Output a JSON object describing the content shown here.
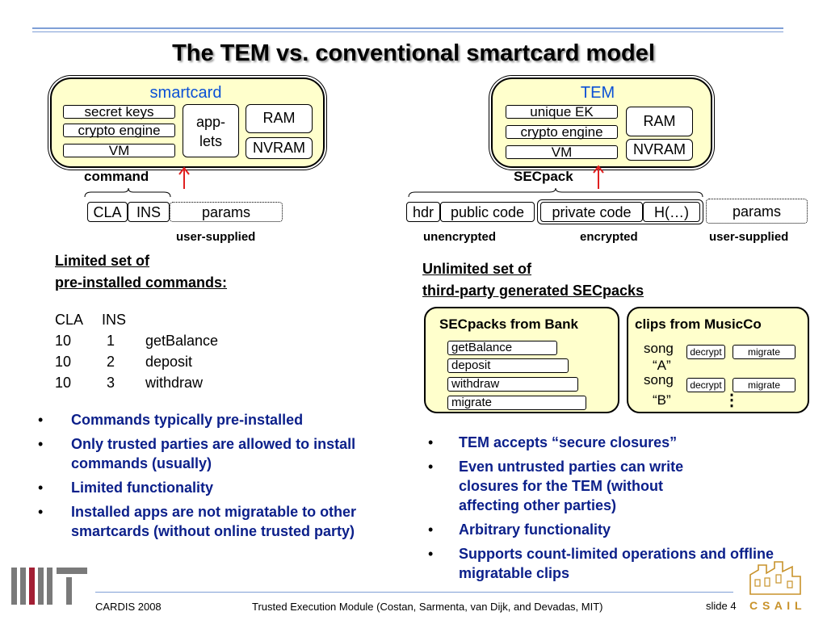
{
  "title": "The TEM vs. conventional smartcard model",
  "smartcard": {
    "title": "smartcard",
    "secret_keys": "secret keys",
    "crypto_engine": "crypto engine",
    "vm": "VM",
    "applets_1": "app-",
    "applets_2": "lets",
    "ram": "RAM",
    "nvram": "NVRAM",
    "command_label": "command",
    "cla": "CLA",
    "ins": "INS",
    "params": "params",
    "user_supplied": "user-supplied"
  },
  "tem": {
    "title": "TEM",
    "unique_ek": "unique EK",
    "crypto_engine": "crypto engine",
    "vm": "VM",
    "ram": "RAM",
    "nvram": "NVRAM",
    "secpack_label": "SECpack",
    "hdr": "hdr",
    "public_code": "public code",
    "private_code": "private code",
    "hash": "H(…)",
    "params": "params",
    "unencrypted": "unencrypted",
    "encrypted": "encrypted",
    "user_supplied": "user-supplied"
  },
  "left": {
    "heading_1": "Limited set of",
    "heading_2": "pre-installed commands:",
    "table_header": [
      "CLA",
      "INS"
    ],
    "commands": [
      {
        "cla": "10",
        "ins": "1",
        "name": "getBalance"
      },
      {
        "cla": "10",
        "ins": "2",
        "name": "deposit"
      },
      {
        "cla": "10",
        "ins": "3",
        "name": "withdraw"
      }
    ],
    "bullets": [
      "Commands typically pre-installed",
      "Only trusted parties are allowed to install commands (usually)",
      "Limited functionality",
      "Installed apps are not migratable to other smartcards (without online trusted party)"
    ]
  },
  "right": {
    "heading_1": "Unlimited set of",
    "heading_2": "third-party generated SECpacks",
    "bank_title": "SECpacks from Bank",
    "bank_items": [
      "getBalance",
      "deposit",
      "withdraw",
      "migrate"
    ],
    "music_title": "clips from MusicCo",
    "song_a_1": "song",
    "song_a_2": "“A”",
    "song_b_1": "song",
    "song_b_2": "“B”",
    "decrypt": "decrypt",
    "migrate": "migrate",
    "ellipsis": "⋮",
    "bullets": [
      "TEM accepts “secure closures”",
      "Even untrusted parties can write closures for the TEM (without affecting other parties)",
      "Arbitrary functionality",
      "Supports count-limited operations and offline migratable clips"
    ]
  },
  "footer": {
    "left": "CARDIS 2008",
    "center": "Trusted Execution Module (Costan, Sarmenta, van Dijk, and Devadas, MIT)",
    "slide": "slide 4",
    "csail": "C S A I L"
  },
  "colors": {
    "card_fill": "#ffffcc",
    "card_title": "#0a50d6",
    "bullet_text": "#0b1f8a",
    "arrow": "#e02020",
    "rule": "#7f9fd6",
    "mit_red": "#a31f34",
    "csail_gold": "#c8922a"
  }
}
